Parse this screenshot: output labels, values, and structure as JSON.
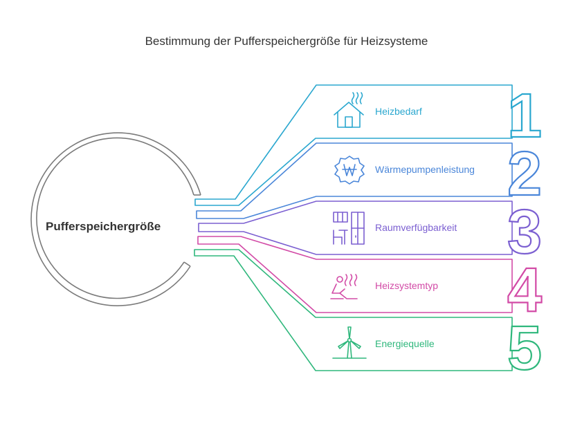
{
  "title": "Bestimmung der Pufferspeichergröße für Heizsysteme",
  "hub": {
    "label": "Pufferspeichergröße"
  },
  "branches": [
    {
      "number": "1",
      "label": "Heizbedarf",
      "icon": "house-heat-icon",
      "color": "#2aa7cf"
    },
    {
      "number": "2",
      "label": "Wärmepumpenleistung",
      "icon": "won-badge-icon",
      "color": "#4a86d9"
    },
    {
      "number": "3",
      "label": "Raumverfügbarkeit",
      "icon": "room-furniture-icon",
      "color": "#7b5fd1"
    },
    {
      "number": "4",
      "label": "Heizsystemtyp",
      "icon": "person-heater-icon",
      "color": "#d24aa6"
    },
    {
      "number": "5",
      "label": "Energiequelle",
      "icon": "wind-turbine-icon",
      "color": "#2fb77c"
    }
  ]
}
